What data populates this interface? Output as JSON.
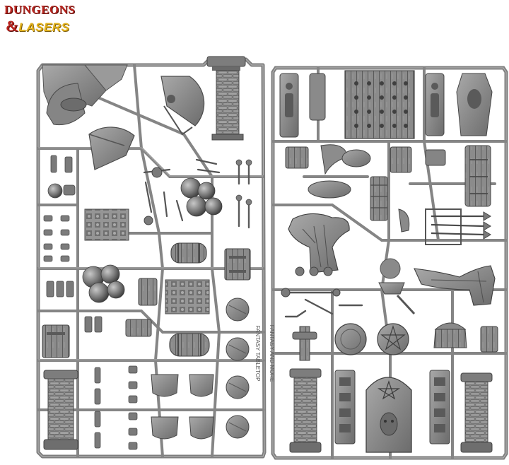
{
  "brand": {
    "line1": "DUNGEONS",
    "ampersand": "&",
    "line2": "LASERS",
    "colors": {
      "red": "#b8241e",
      "gold": "#e3b21d"
    }
  },
  "sprue_labels": {
    "left_side": "FANTASY TABLETOP",
    "right_side": "FANTASY AND MORE"
  },
  "colors": {
    "plastic": "#8c8c8c",
    "plastic_dark": "#5e5e5e",
    "plastic_light": "#b4b4b4",
    "background": "#ffffff"
  }
}
